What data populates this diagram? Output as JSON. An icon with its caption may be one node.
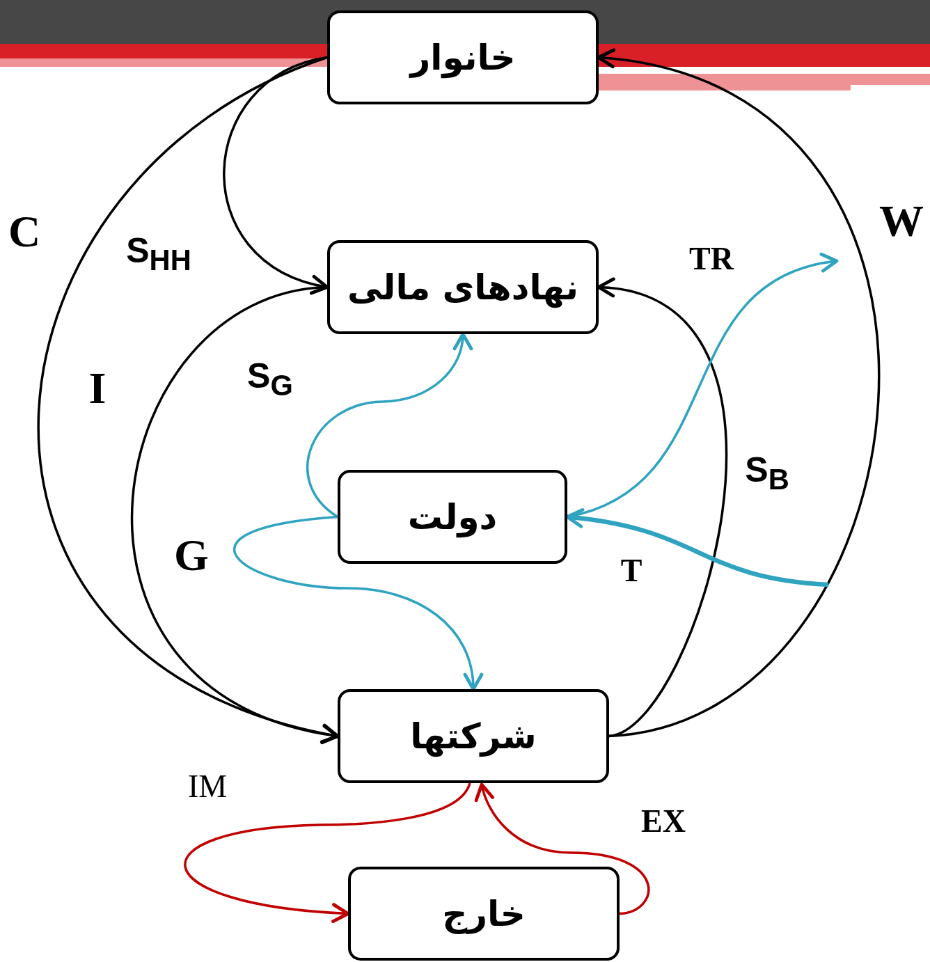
{
  "diagram": {
    "nodes": [
      {
        "text": [
          "خانوار"
        ]
      },
      {
        "text": [
          "نهادهای مالی"
        ]
      },
      {
        "text": [
          "دولت"
        ]
      },
      {
        "text": [
          "شرکتها"
        ]
      },
      {
        "text": [
          "خارج"
        ]
      }
    ],
    "edges": [
      {
        "from": 0,
        "to": 3,
        "arrow": "to",
        "label": "C"
      },
      {
        "from": 0,
        "to": 1,
        "arrow": "to",
        "label": "S$_{HH}$"
      },
      {
        "from": 1,
        "to": 3,
        "arrow": "to",
        "label": "I"
      },
      {
        "from": 3,
        "to": 0,
        "arrow": "to",
        "label": "W"
      },
      {
        "from": 3,
        "to": 1,
        "arrow": "to",
        "label": "S$_{B}$"
      },
      {
        "from": null,
        "to": 2,
        "arrow": "to",
        "label": "T",
        "color": "#2fa3c0",
        "style": "thick"
      },
      {
        "from": 2,
        "to": null,
        "arrow": "to",
        "label": "TR",
        "color": "#2fa3c0"
      },
      {
        "from": 2,
        "to": 1,
        "arrow": "to",
        "label": "S$_{G}$",
        "color": "#2fa3c0"
      },
      {
        "from": 2,
        "to": 3,
        "arrow": "to",
        "label": "G",
        "color": "#2fa3c0"
      },
      {
        "from": 3,
        "to": 4,
        "arrow": "to",
        "label": "IM",
        "color": "#c00000"
      },
      {
        "from": 4,
        "to": 3,
        "arrow": "to",
        "label": "EX",
        "color": "#c00000"
      }
    ]
  }
}
